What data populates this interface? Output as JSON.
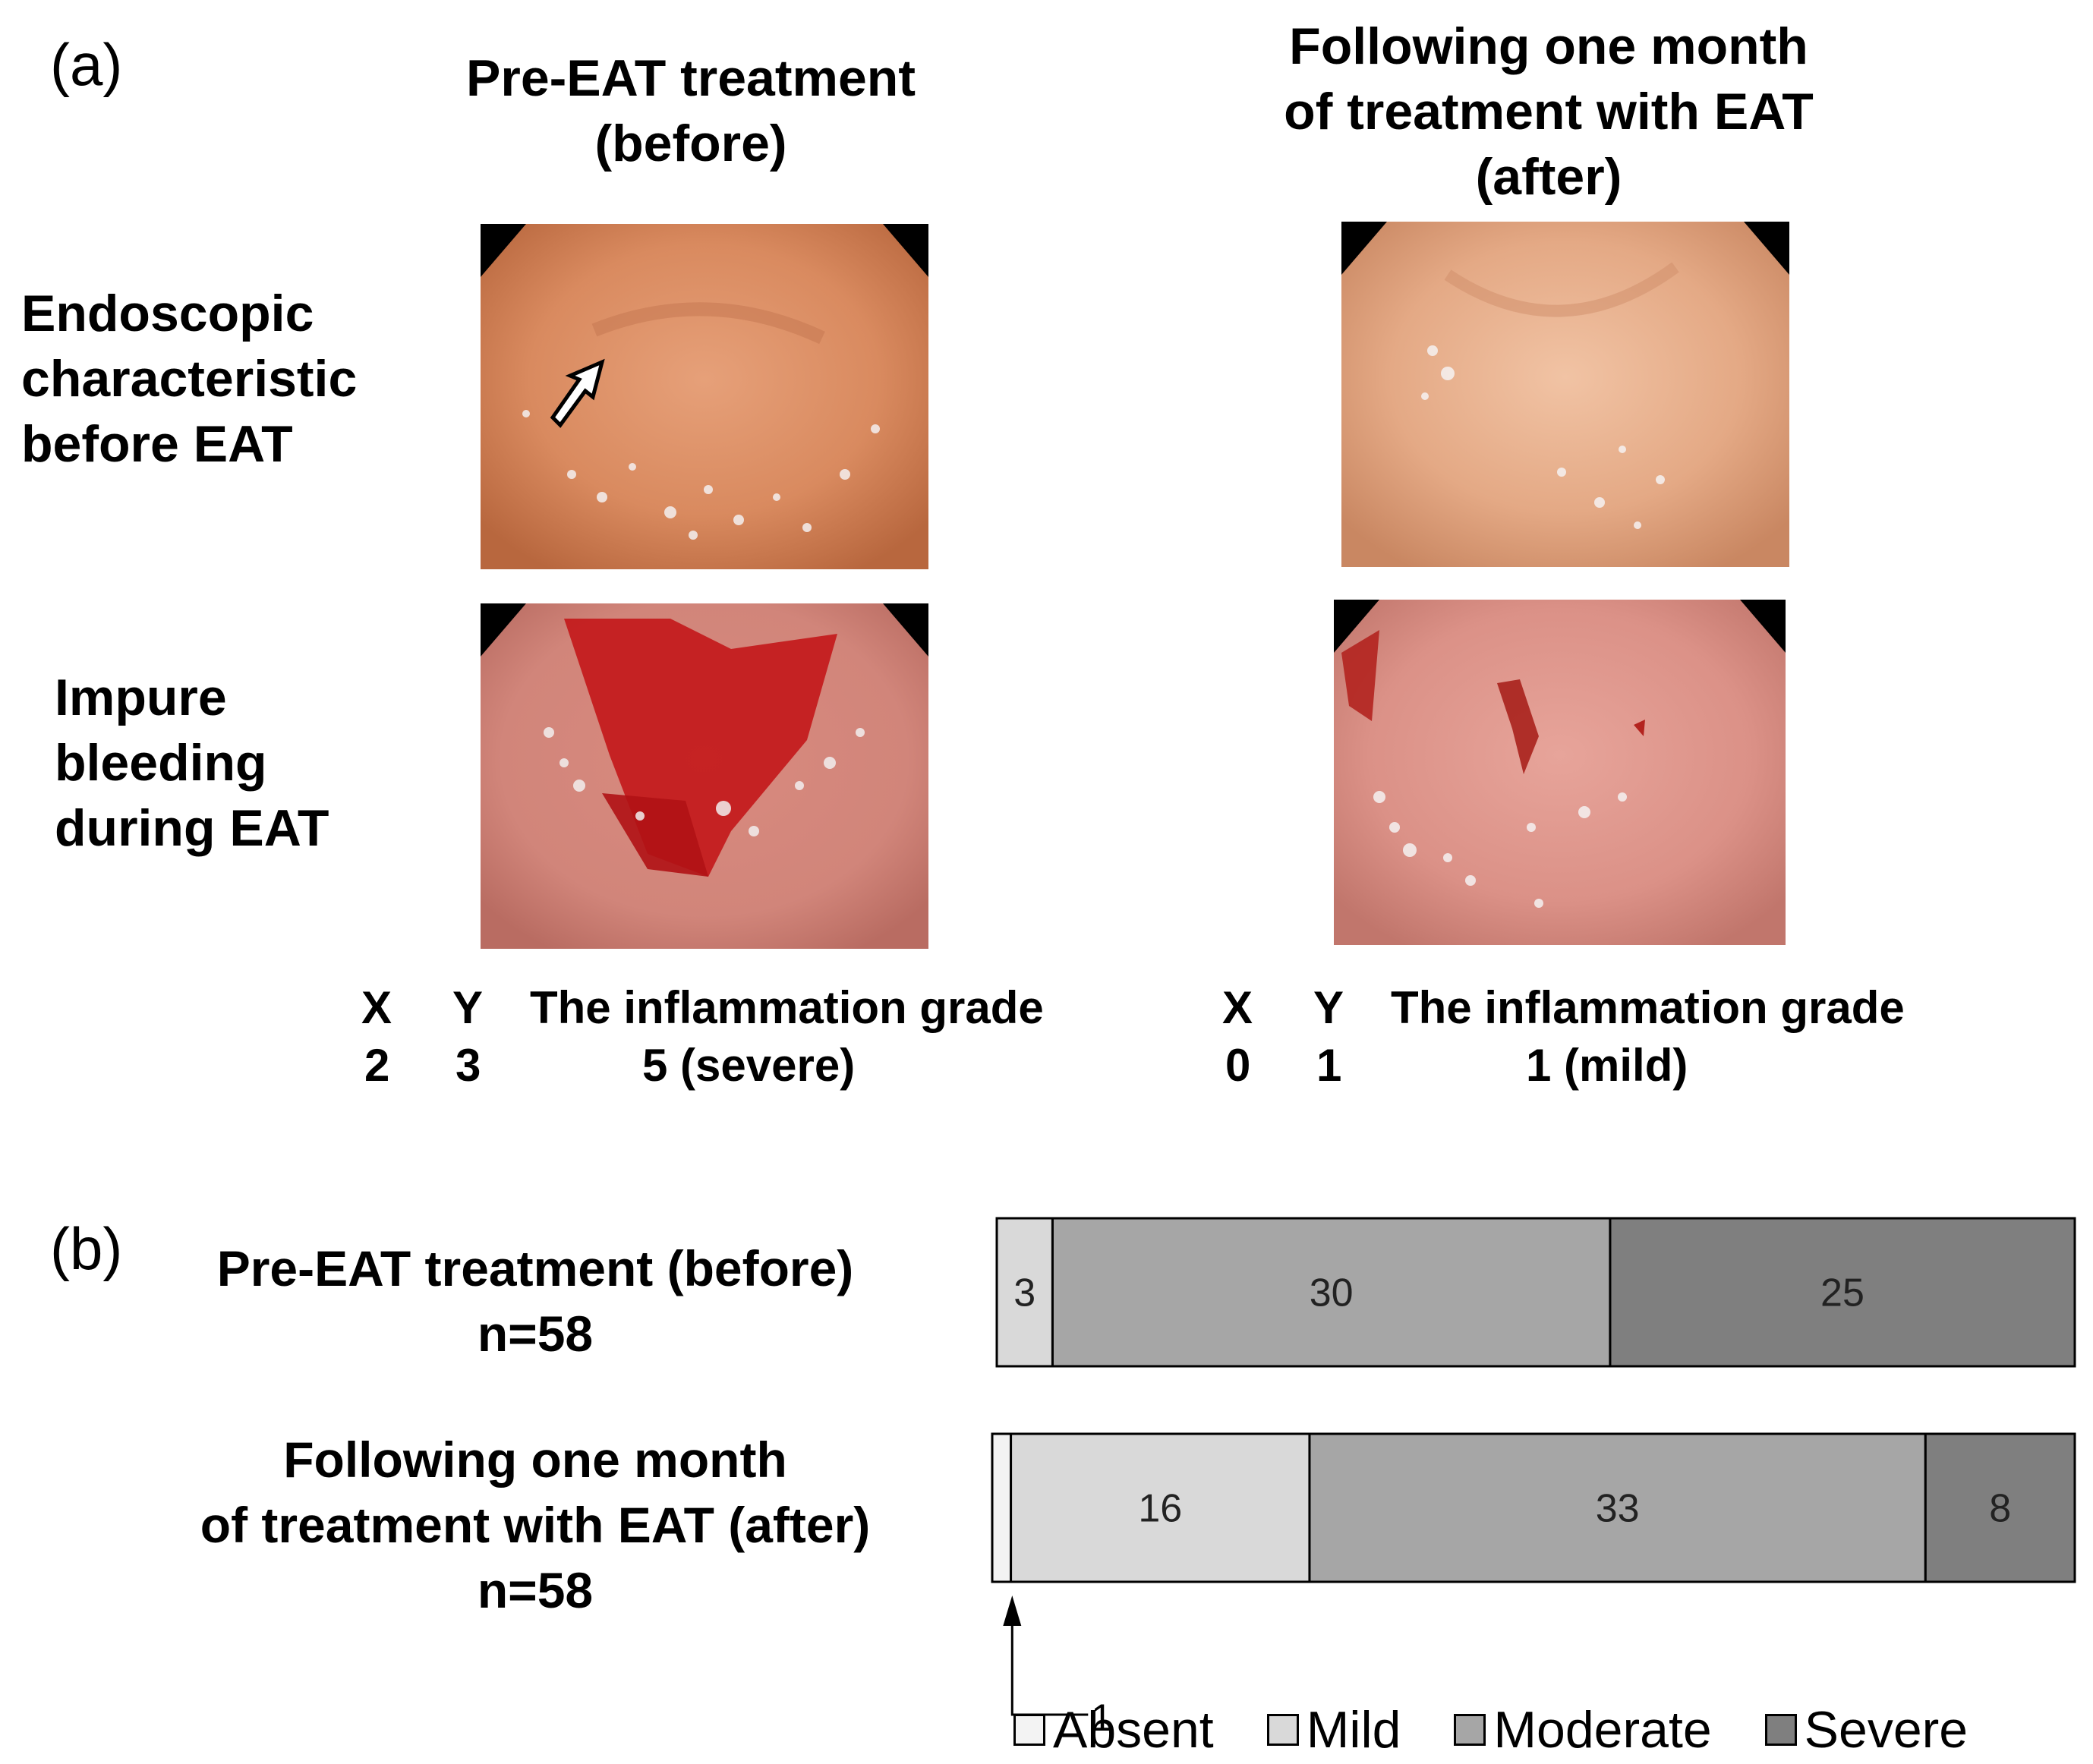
{
  "panel_a": {
    "label": "(a)",
    "col_before": [
      "Pre-EAT treatment",
      "(before)"
    ],
    "col_after": [
      "Following one month",
      "of treatment with EAT",
      "(after)"
    ],
    "row1": [
      "Endoscopic",
      "characteristic",
      "before EAT"
    ],
    "row2": [
      "Impure",
      "bleeding",
      "during EAT"
    ],
    "grade_before": {
      "x_head": "X",
      "y_head": "Y",
      "grade_head": "The inflammation grade",
      "x": "2",
      "y": "3",
      "grade": "5 (severe)"
    },
    "grade_after": {
      "x_head": "X",
      "y_head": "Y",
      "grade_head": "The inflammation grade",
      "x": "0",
      "y": "1",
      "grade": "1 (mild)"
    }
  },
  "panel_b": {
    "label": "(b)",
    "row_before": [
      "Pre-EAT treatment (before)",
      "n=58"
    ],
    "row_after": [
      "Following one month",
      "of treatment with EAT (after)",
      "n=58"
    ],
    "callout": "1"
  },
  "chart_data": {
    "type": "bar",
    "orientation": "horizontal-stacked",
    "categories": [
      "Pre-EAT treatment (before)",
      "Following one month of treatment with EAT (after)"
    ],
    "series": [
      {
        "name": "Absent",
        "values": [
          0,
          1
        ],
        "color": "#f3f3f3"
      },
      {
        "name": "Mild",
        "values": [
          3,
          16
        ],
        "color": "#d9d9d9"
      },
      {
        "name": "Moderate",
        "values": [
          30,
          33
        ],
        "color": "#a6a6a6"
      },
      {
        "name": "Severe",
        "values": [
          25,
          8
        ],
        "color": "#7f7f7f"
      }
    ],
    "totals": [
      58,
      58
    ],
    "legend_position": "bottom-right"
  }
}
